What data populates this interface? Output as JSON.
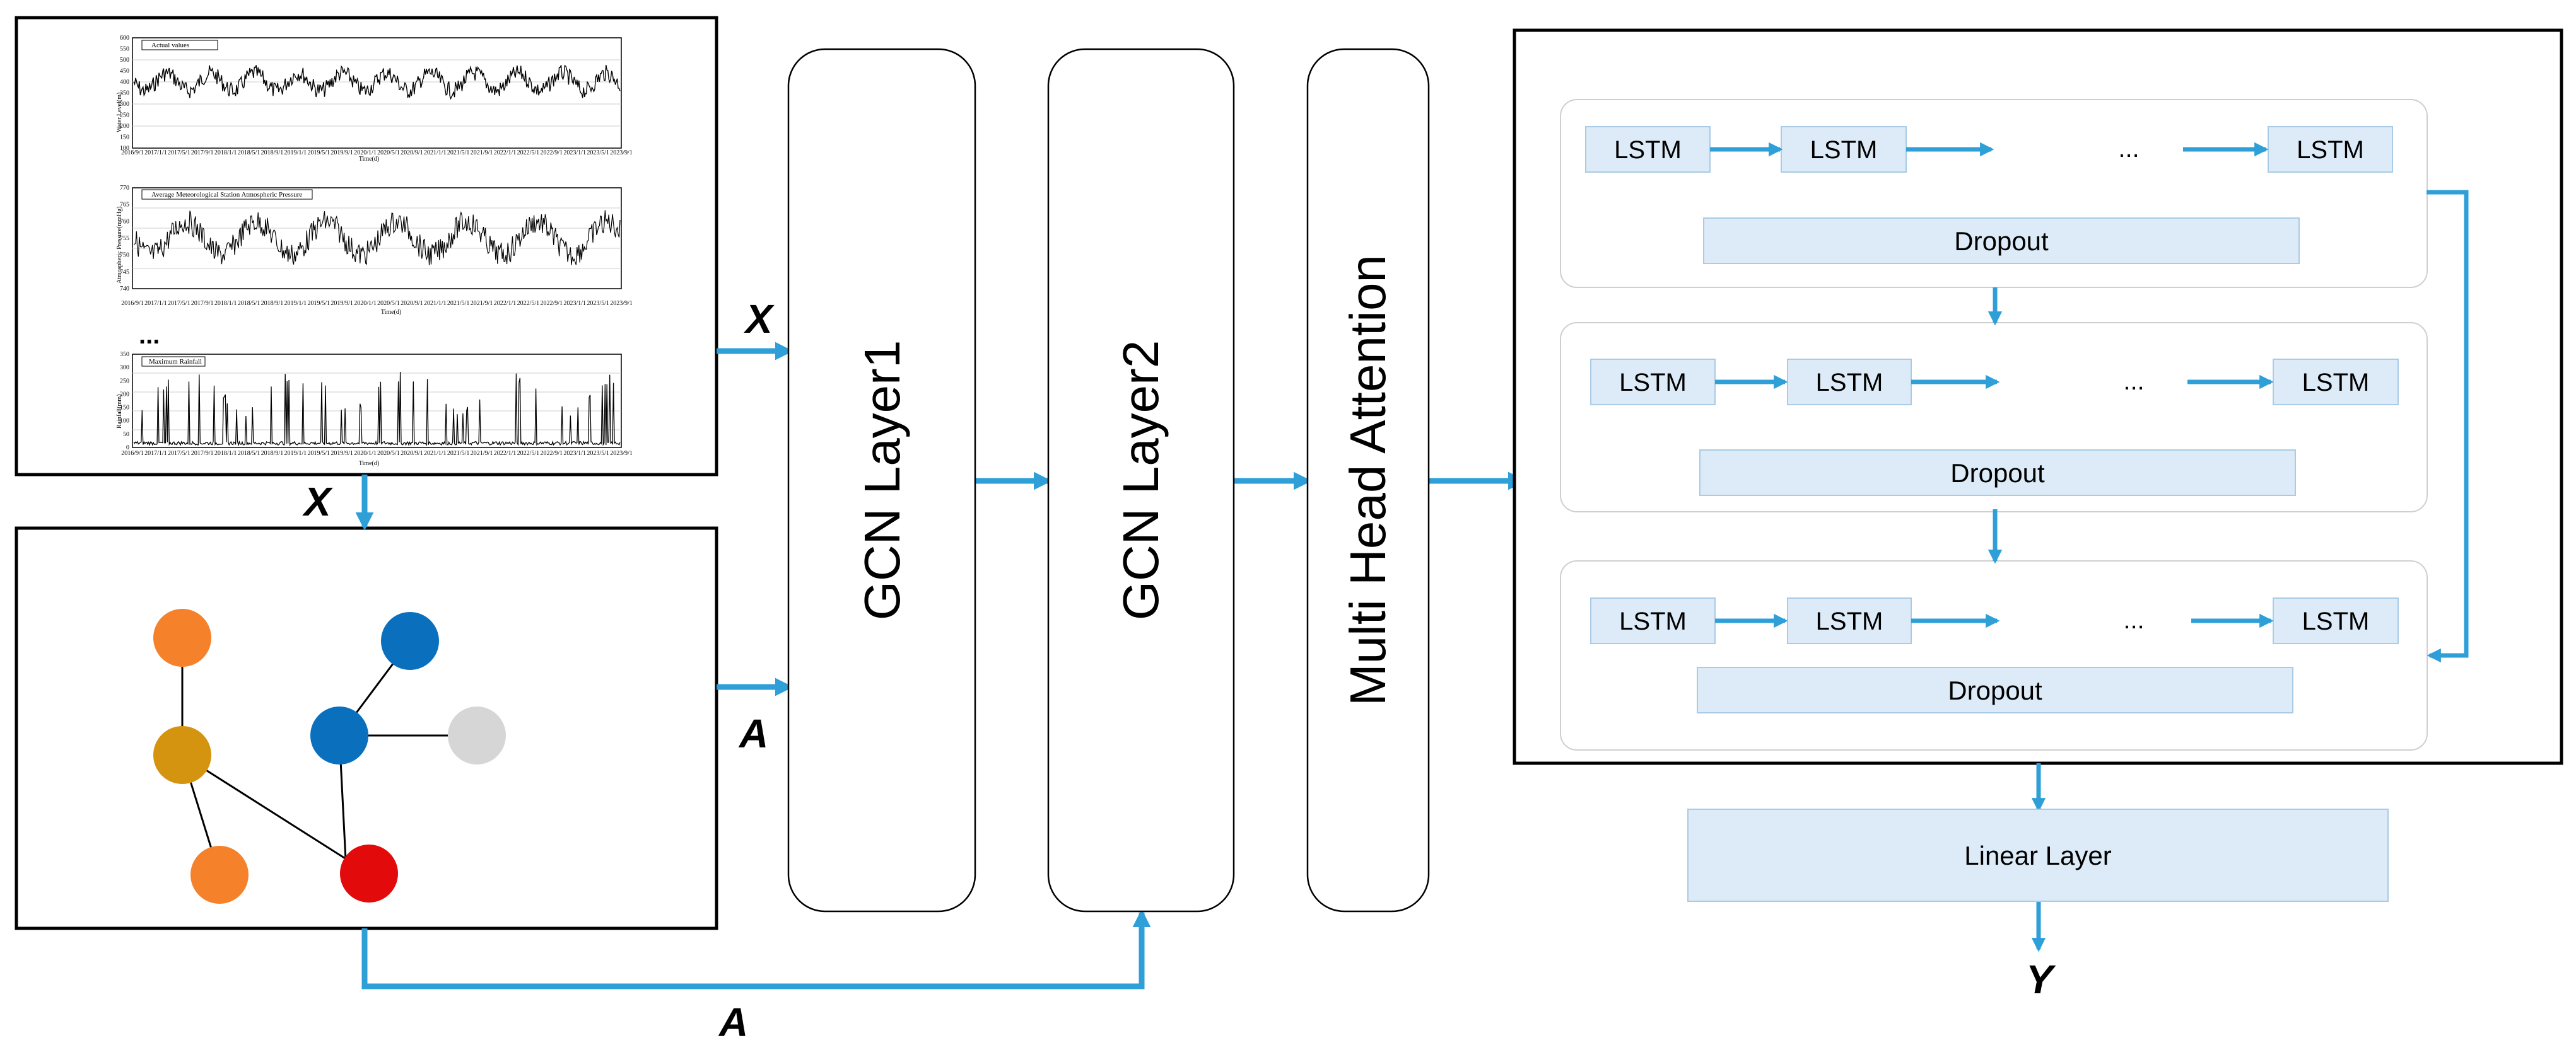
{
  "variables": {
    "x": "X",
    "a": "A",
    "y": "Y"
  },
  "layers": {
    "gcn1": "GCN  Layer1",
    "gcn2": "GCN  Layer2",
    "attention": "Multi Head Attention",
    "linear": "Linear Layer"
  },
  "lstm_stack": {
    "cell_label": "LSTM",
    "ellipsis": "...",
    "dropout_label": "Dropout"
  },
  "series_panel": {
    "ellipsis": "...",
    "series": [
      {
        "legend": "Actual values",
        "ylabel": "Water Level(m)",
        "xlabel": "Time(d)",
        "yticks": [
          "600",
          "550",
          "500",
          "450",
          "400",
          "350",
          "300",
          "250",
          "200",
          "150",
          "100"
        ]
      },
      {
        "legend": "Average Meteorological Station Atmospheric Pressure",
        "ylabel": "Atmospheric Pressure(mmHg)",
        "xlabel": "Time(d)",
        "yticks": [
          "770",
          "765",
          "760",
          "755",
          "750",
          "745",
          "740"
        ]
      },
      {
        "legend": "Maximum Rainfall",
        "ylabel": "Rainfall(mm)",
        "xlabel": "Time(d)",
        "yticks": [
          "350",
          "300",
          "250",
          "200",
          "150",
          "100",
          "50",
          "0"
        ]
      }
    ],
    "xticks": [
      "2016/9/1",
      "2017/1/1",
      "2017/5/1",
      "2017/9/1",
      "2018/1/1",
      "2018/5/1",
      "2018/9/1",
      "2019/1/1",
      "2019/5/1",
      "2019/9/1",
      "2020/1/1",
      "2020/5/1",
      "2020/9/1",
      "2021/1/1",
      "2021/5/1",
      "2021/9/1",
      "2022/1/1",
      "2022/5/1",
      "2022/9/1",
      "2023/1/1",
      "2023/5/1",
      "2023/9/1"
    ]
  },
  "graph": {
    "node_colors": [
      "#F5822A",
      "#D4940F",
      "#F5822A",
      "#0A70BE",
      "#0A70BE",
      "#D6D6D6",
      "#E20A0A"
    ]
  },
  "colors": {
    "arrow": "#2F9FD8",
    "cell": "#DCEBF7",
    "cell_border": "#A9CBE5",
    "frame": "#000000"
  }
}
